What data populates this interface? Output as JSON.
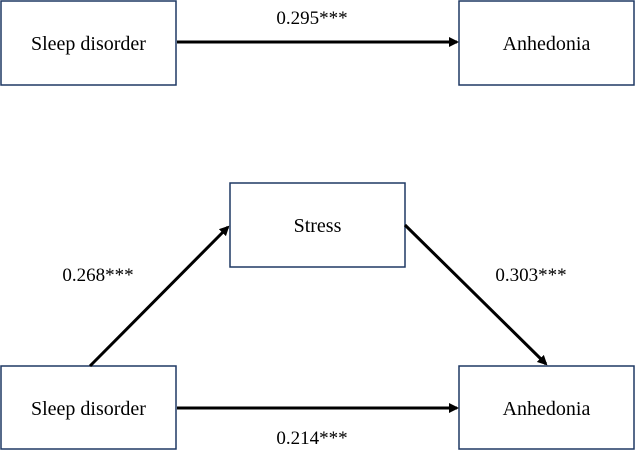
{
  "colors": {
    "box_border": "#1f3864",
    "arrow": "#000000",
    "text": "#000000",
    "background": "#ffffff"
  },
  "total_effect": {
    "predictor": "Sleep disorder",
    "outcome": "Anhedonia",
    "path_c": "0.295***"
  },
  "mediation": {
    "predictor": "Sleep disorder",
    "mediator": "Stress",
    "outcome": "Anhedonia",
    "path_a": "0.268***",
    "path_b": "0.303***",
    "path_c_prime": "0.214***"
  }
}
